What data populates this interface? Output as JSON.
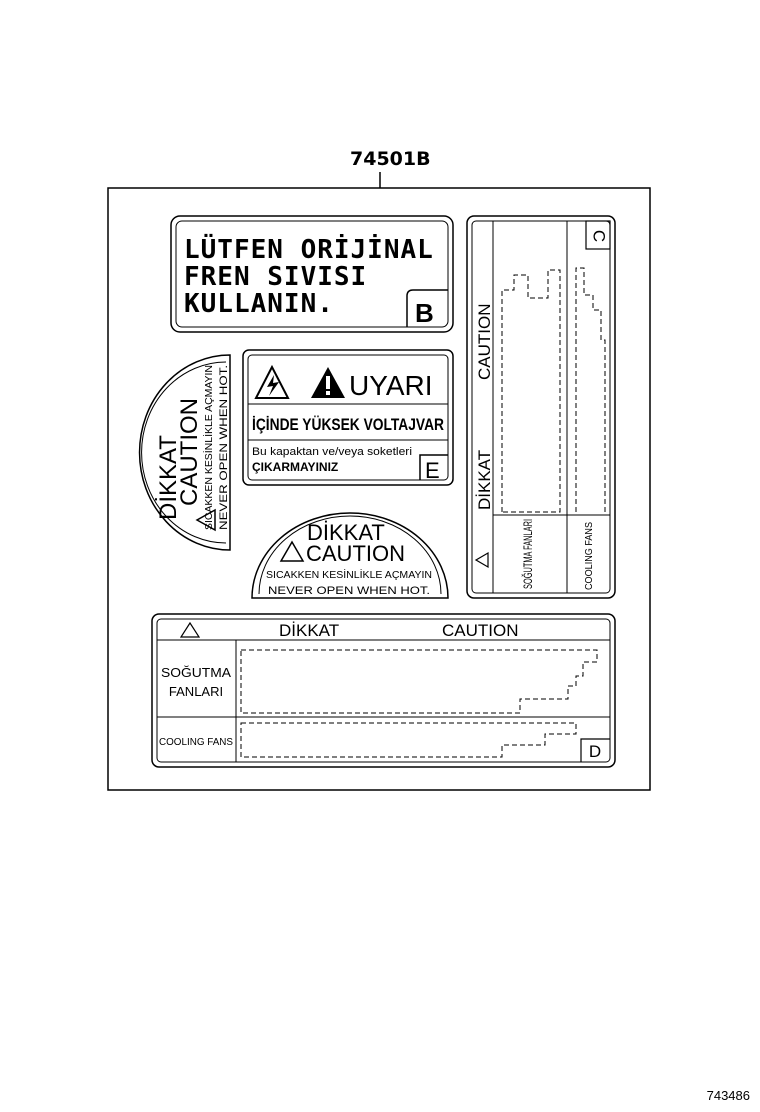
{
  "part_number": "74501B",
  "figure_ref": "743486",
  "label_b": {
    "lines": [
      "LÜTFEN  ORİJİNAL",
      "FREN  SIVISI",
      "KULLANIN."
    ],
    "tag": "B"
  },
  "label_e": {
    "heading": "UYARI",
    "line1": "İÇİNDE YÜKSEK VOLTAJVAR",
    "line2": "Bu kapaktan ve/veya soketleri",
    "line3": "ÇIKARMAYINIZ",
    "tag": "E"
  },
  "label_left": {
    "word1": "DİKKAT",
    "word2": "CAUTION",
    "line1": "SICAKKEN KESİNLİKLE AÇMAYIN",
    "line2": "NEVER OPEN WHEN HOT."
  },
  "label_mid": {
    "word1": "DİKKAT",
    "word2": "CAUTION",
    "line1": "SICAKKEN KESİNLİKLE AÇMAYIN",
    "line2": "NEVER OPEN WHEN HOT."
  },
  "label_c": {
    "word1": "DİKKAT",
    "word2": "CAUTION",
    "row1": "SOĞUTMA FANLARI",
    "row2": "COOLING FANS",
    "tag": "C"
  },
  "label_d": {
    "word1": "DİKKAT",
    "word2": "CAUTION",
    "row1_a": "SOĞUTMA",
    "row1_b": "FANLARI",
    "row2": "COOLING FANS",
    "tag": "D"
  }
}
